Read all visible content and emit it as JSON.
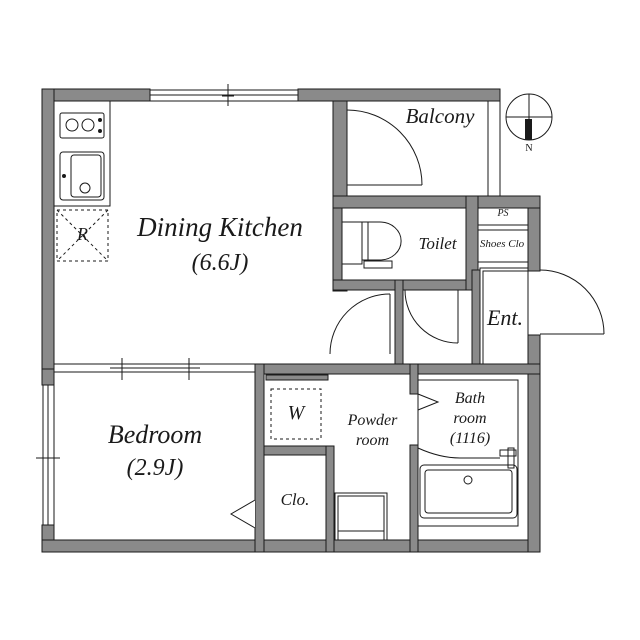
{
  "floor_plan": {
    "colors": {
      "wall": "#8a8a8a",
      "line": "#1a1a1a",
      "background": "#ffffff"
    },
    "rooms": {
      "dining_kitchen": {
        "name": "Dining Kitchen",
        "size": "(6.6J)"
      },
      "bedroom": {
        "name": "Bedroom",
        "size": "(2.9J)"
      },
      "balcony": {
        "name": "Balcony"
      },
      "toilet": {
        "name": "Toilet"
      },
      "entrance": {
        "name": "Ent."
      },
      "pipe_space": {
        "name": "PS"
      },
      "shoes_closet": {
        "name": "Shoes Clo"
      },
      "powder_room": {
        "name": "Powder",
        "name2": "room"
      },
      "bathroom": {
        "name": "Bath",
        "name2": "room",
        "size": "(1116)"
      },
      "closet": {
        "name": "Clo."
      },
      "washer": {
        "name": "W"
      },
      "refrigerator": {
        "name": "R"
      }
    },
    "compass": {
      "label": "N"
    }
  }
}
